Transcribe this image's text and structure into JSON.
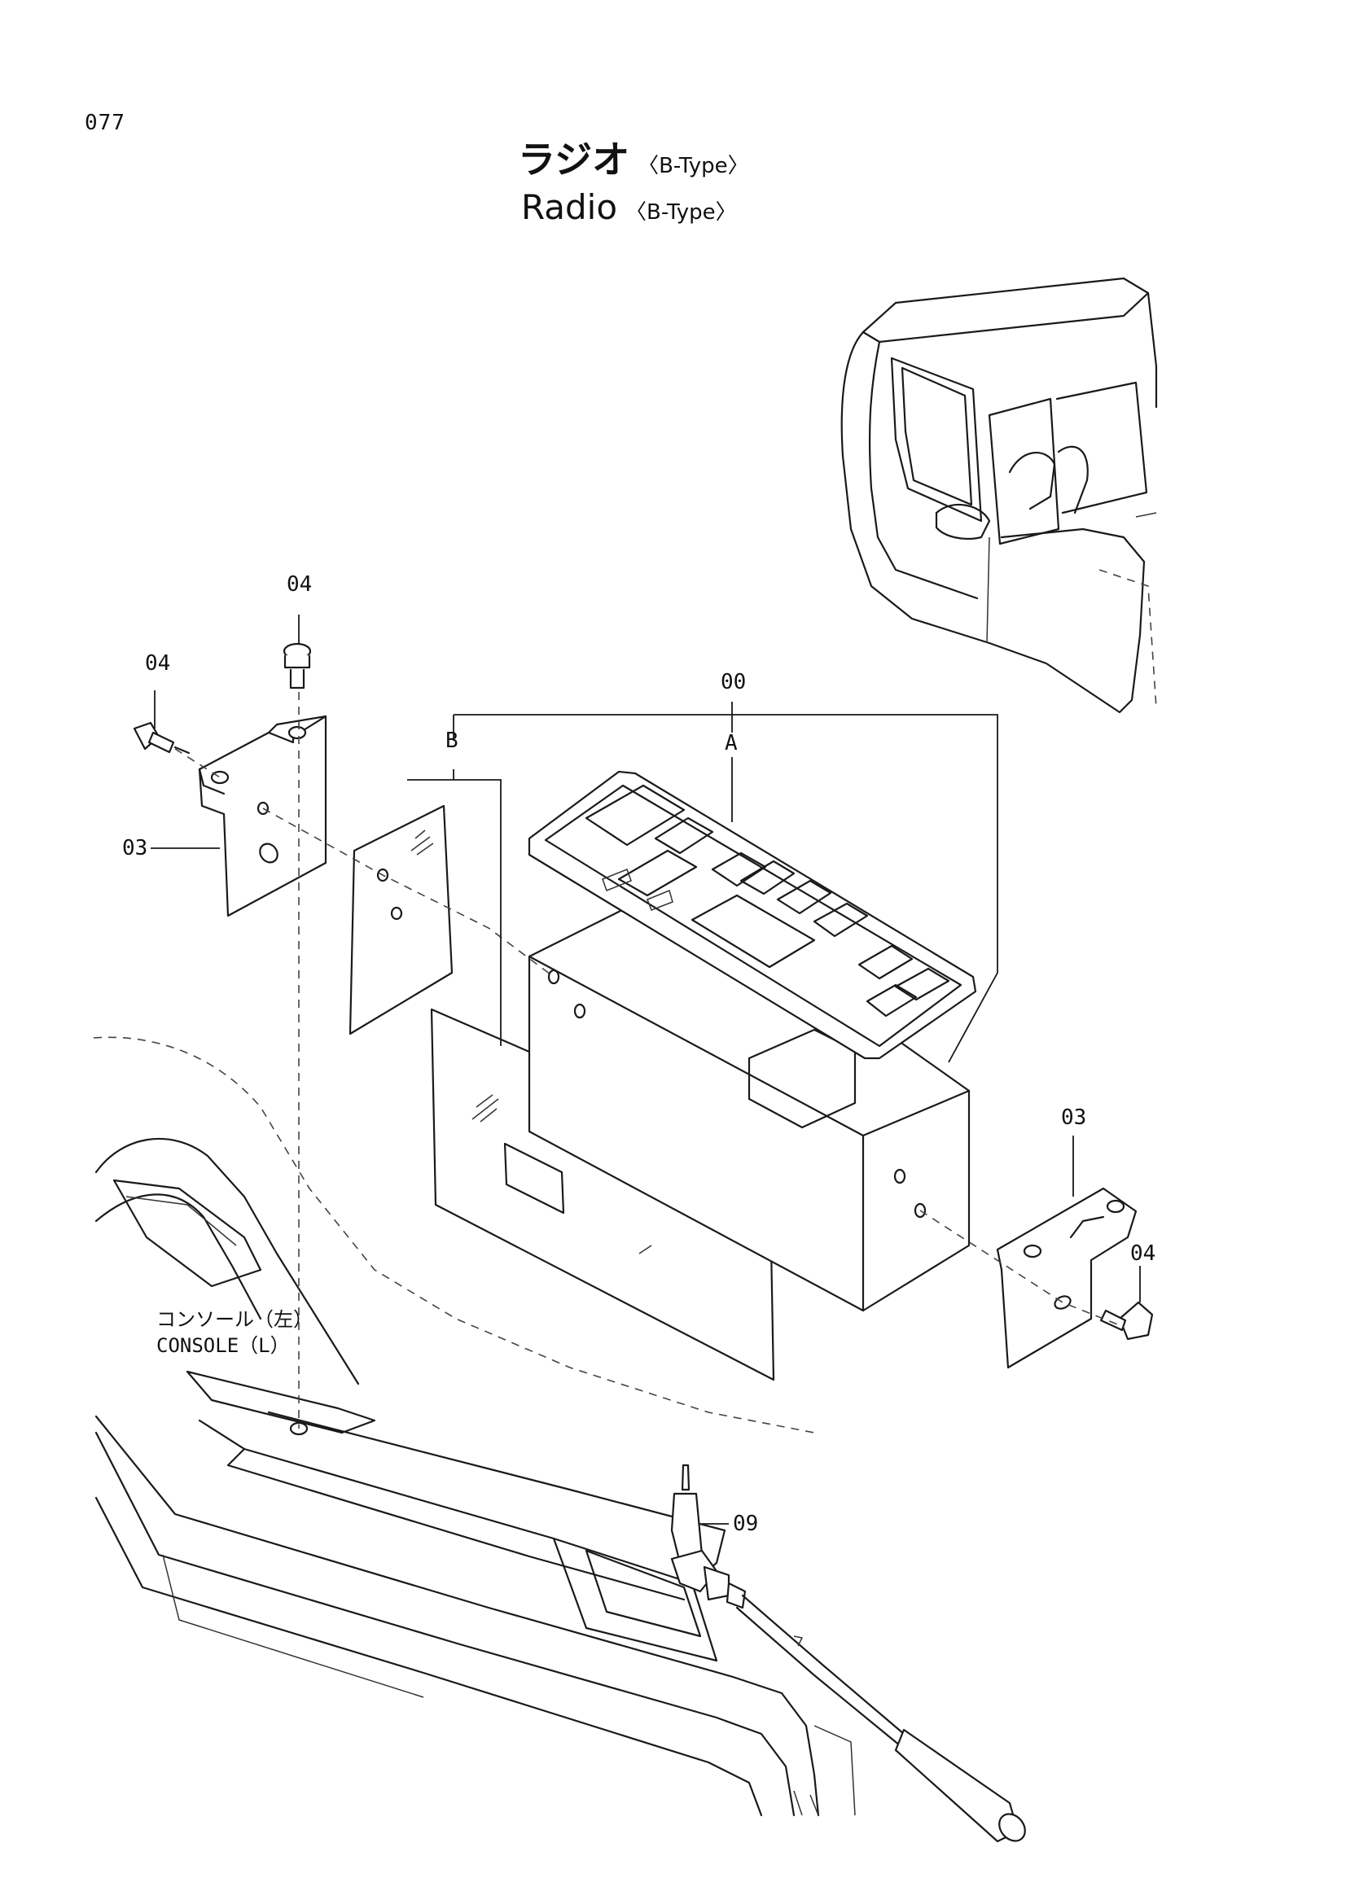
{
  "page": {
    "number": "077"
  },
  "title": {
    "jp": "ラジオ",
    "en": "Radio",
    "type_tag": "〈B-Type〉"
  },
  "callouts": {
    "c00": "00",
    "cA": "A",
    "cB": "B",
    "c03_left": "03",
    "c03_right": "03",
    "c04_left": "04",
    "c04_top": "04",
    "c04_right": "04",
    "c09": "09"
  },
  "console_note": {
    "jp": "コンソール（左）",
    "en": "CONSOLE（L）"
  }
}
